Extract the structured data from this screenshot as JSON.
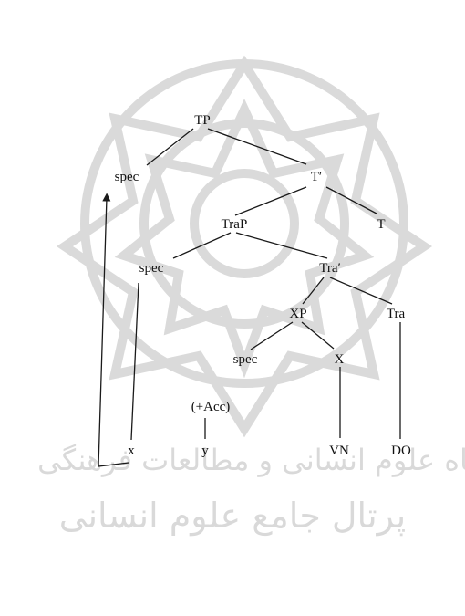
{
  "tree": {
    "nodes": {
      "tp": "TP",
      "spec_top": "spec",
      "t_bar": "T′",
      "trap": "TraP",
      "t": "T",
      "spec_mid": "spec",
      "tra_bar": "Tra′",
      "xp": "XP",
      "tra": "Tra",
      "spec_low": "spec",
      "x_head": "X",
      "acc": "(+Acc)",
      "leaf_x": "x",
      "leaf_y": "y",
      "leaf_vn": "VN",
      "leaf_do": "DO"
    }
  },
  "watermark": {
    "line1": "پژوهشگاه علوم انسانی و مطالعات فرهنگی",
    "line2": "پرتال جامع علوم انسانی",
    "color": "#d6d6d6"
  },
  "colors": {
    "ink": "#111111",
    "watermark": "#d6d6d6"
  }
}
